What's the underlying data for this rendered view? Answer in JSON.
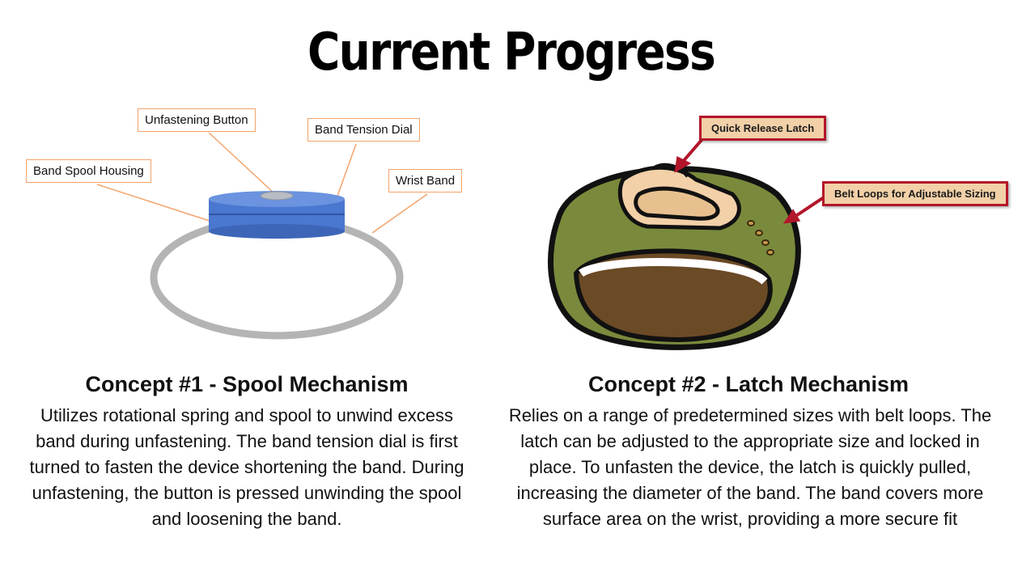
{
  "title": "Current Progress",
  "concept1": {
    "heading": "Concept #1 - Spool Mechanism",
    "description": "Utilizes rotational spring and spool to unwind excess band during unfastening. The band tension dial is first turned to fasten the device shortening the band. During unfastening, the button is pressed unwinding the spool and loosening the band.",
    "labels": {
      "button": "Unfastening Button",
      "dial": "Band Tension Dial",
      "housing": "Band Spool Housing",
      "wrist": "Wrist Band"
    }
  },
  "concept2": {
    "heading": "Concept #2 - Latch Mechanism",
    "description": "Relies on a range of predetermined sizes with belt loops. The latch can be adjusted to the appropriate size and locked in place. To unfasten the device, the latch is quickly pulled, increasing the diameter of the band. The band covers more surface area on the wrist, providing a more secure fit",
    "labels": {
      "latch": "Quick Release Latch",
      "loops": "Belt Loops for Adjustable Sizing"
    }
  },
  "colors": {
    "spool_blue": "#4a78d0",
    "ring_gray": "#b0b0b0",
    "callout_border": "#f4a36a",
    "band_green": "#7a8a3c",
    "band_inner": "#6b4a26",
    "latch_tan": "#f2d0a8",
    "label_red": "#b3162a"
  }
}
